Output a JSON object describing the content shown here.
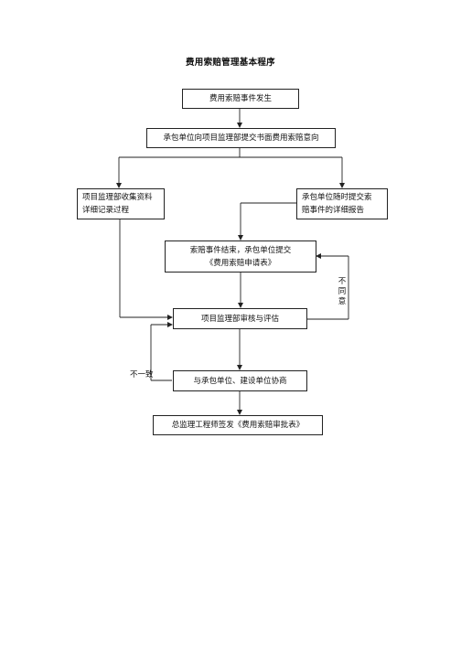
{
  "title": "费用索赔管理基本程序",
  "nodes": {
    "event": "费用索赔事件发生",
    "intent": "承包单位向项目监理部提交书面费用索赔意向",
    "collect": [
      "项目监理部收集资料",
      "详细记录过程"
    ],
    "report": [
      "承包单位随时提交索",
      "赔事件的详细报告"
    ],
    "apply": [
      "索赔事件结束，承包单位提交",
      "《费用索赔申请表》"
    ],
    "review": "项目监理部审核与评估",
    "negotiate": "与承包单位、建设单位协商",
    "approve": "总监理工程师签发《费用索赔审批表》"
  },
  "labels": {
    "disagree": "不同意",
    "inconsistent": "不一致"
  }
}
